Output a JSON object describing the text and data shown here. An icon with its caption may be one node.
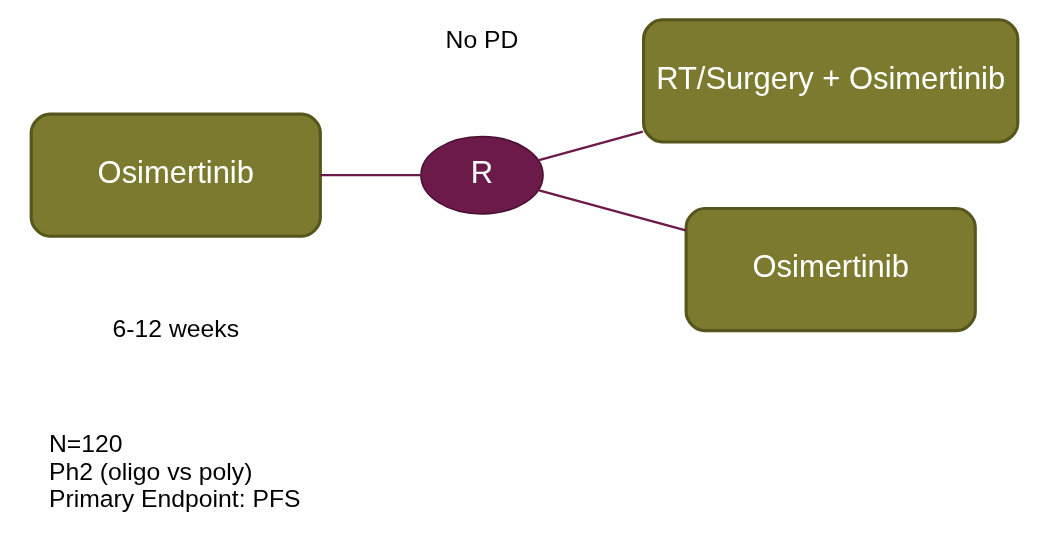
{
  "diagram": {
    "nodes": [
      {
        "text": [
          "Osimertinib"
        ],
        "beside": [
          "6-12 weeks"
        ]
      },
      {
        "text": [
          "R"
        ],
        "beside": [
          "No PD"
        ]
      },
      {
        "text": [
          "RT/Surgery + Osimertinib"
        ]
      },
      {
        "text": [
          "Osimertinib"
        ]
      }
    ],
    "edges": [
      {
        "from": 0,
        "to": 1,
        "arrow": "none"
      },
      {
        "from": 1,
        "to": 2,
        "arrow": "none"
      },
      {
        "from": 1,
        "to": 3,
        "arrow": "none"
      }
    ],
    "labels": [
      "N=120",
      "Ph2 (oligo vs poly)",
      "Primary Endpoint: PFS"
    ]
  }
}
